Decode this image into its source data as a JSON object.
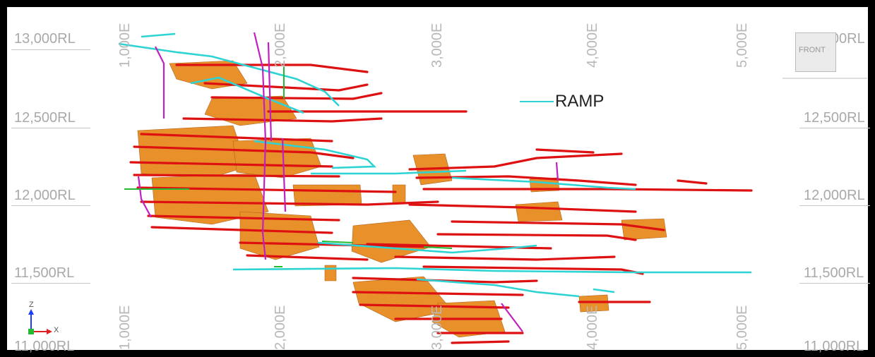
{
  "rl_labels": [
    "13,000RL",
    "12,500RL",
    "12,000RL",
    "11,500RL",
    "11,000RL"
  ],
  "e_labels": [
    "1,000E",
    "2,000E",
    "3,000E",
    "4,000E",
    "5,000E"
  ],
  "legend": {
    "label": "RAMP",
    "color": "#2ed3d3"
  },
  "view_cube": {
    "face": "FRONT"
  },
  "axis_triad": {
    "z": "Z",
    "x": "X"
  },
  "colors": {
    "drives": "#dd1111",
    "stopes": "#e8902a",
    "ramp": "#2ed3d3",
    "shafts": "#c020c0",
    "vents": "#22bb33"
  }
}
